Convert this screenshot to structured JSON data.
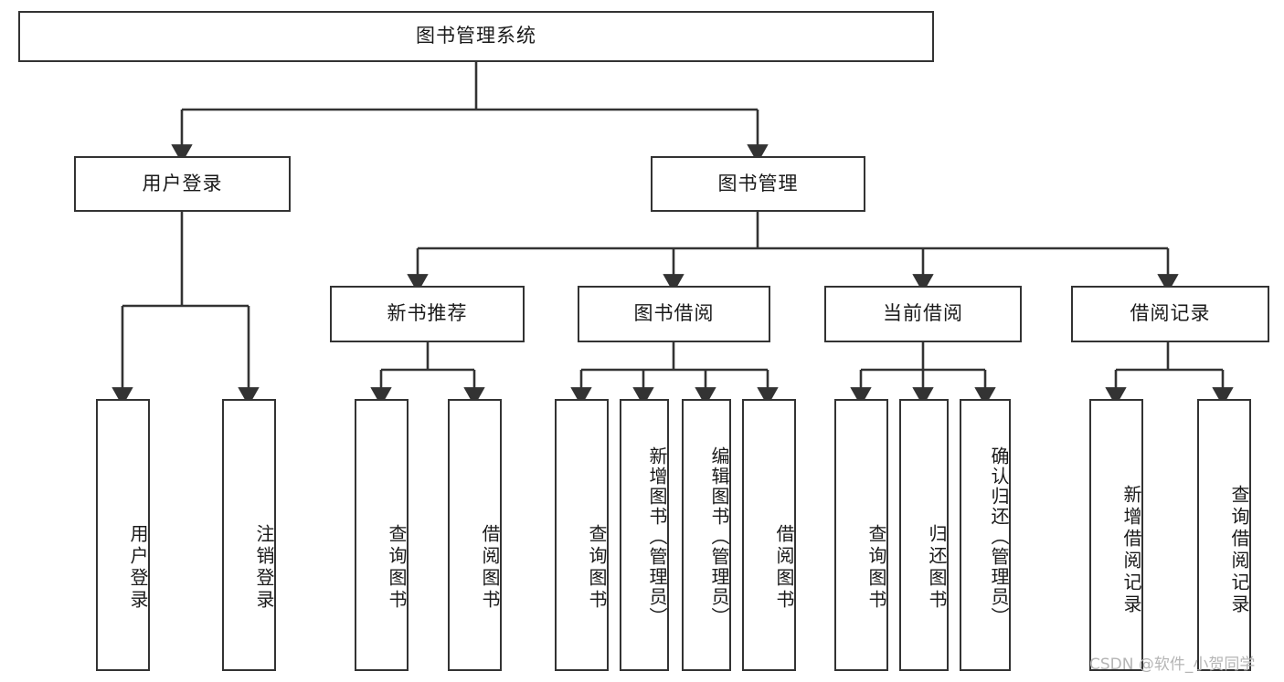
{
  "diagram": {
    "type": "tree",
    "title": "图书管理系统",
    "orientation": "top-down",
    "colors": {
      "box_border": "#333333",
      "box_fill": "#ffffff",
      "edge": "#333333",
      "text": "#1a1a1a",
      "watermark": "#b5b5b5",
      "background": "#ffffff"
    },
    "root": {
      "label": "图书管理系统"
    },
    "level2": [
      {
        "label": "用户登录"
      },
      {
        "label": "图书管理"
      }
    ],
    "level3": [
      {
        "label": "新书推荐"
      },
      {
        "label": "图书借阅"
      },
      {
        "label": "当前借阅"
      },
      {
        "label": "借阅记录"
      }
    ],
    "leaves": {
      "user_login": [
        {
          "label": "用户登录"
        },
        {
          "label": "注销登录"
        }
      ],
      "new_book_recommend": [
        {
          "label": "查询图书"
        },
        {
          "label": "借阅图书"
        }
      ],
      "book_borrow": [
        {
          "label": "查询图书"
        },
        {
          "label": "新增图书（管理员）"
        },
        {
          "label": "编辑图书（管理员）"
        },
        {
          "label": "借阅图书"
        }
      ],
      "current_borrow": [
        {
          "label": "查询图书"
        },
        {
          "label": "归还图书"
        },
        {
          "label": "确认归还（管理员）"
        }
      ],
      "borrow_record": [
        {
          "label": "新增借阅记录"
        },
        {
          "label": "查询借阅记录"
        }
      ]
    }
  },
  "watermark": {
    "text": "CSDN @软件_小贺同学"
  }
}
